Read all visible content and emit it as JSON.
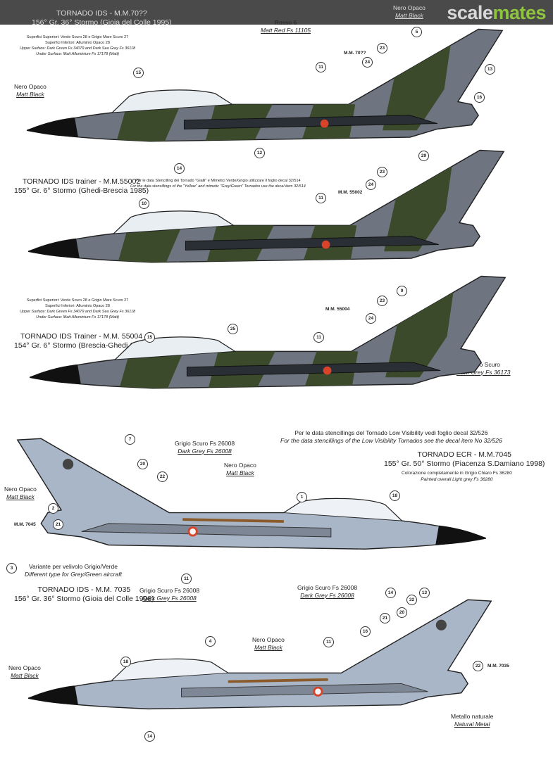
{
  "header": {
    "logo_part1": "scale",
    "logo_part2": "mates"
  },
  "colors": {
    "dark_green": "#3b4a2a",
    "dark_sea_grey": "#6e7580",
    "light_grey": "#a9b6c8",
    "black": "#111111",
    "red": "#d8432a"
  },
  "p1": {
    "title": "TORNADO IDS - M.M.70??",
    "unit": "156° Gr. 36° Stormo (Gioia del Colle 1995)",
    "notes": [
      "Superfici Superiori: Verde Scuro 28 e Grigio Mare Scuro 27",
      "Superfici Inferiori: Alluminio Opaco 28",
      "Upper Surface: Dark Green Fs 34079 and Dark Sea Grey Fs 36118",
      "Under Surface: Matt Alluminium Fs 17178 (Matt)"
    ],
    "red_it": "Rosso 6",
    "red_en": "Matt Red Fs 11105",
    "black_it": "Nero Opaco",
    "black_en": "Matt Black",
    "black2_it": "Nero Opaco",
    "black2_en": "Matt Black",
    "serial": "M.M. 70??",
    "callouts": [
      "5",
      "23",
      "24",
      "13",
      "16",
      "15",
      "11",
      "12",
      "14"
    ]
  },
  "p2": {
    "title": "TORNADO IDS trainer - M.M.55002",
    "unit": "155° Gr. 6° Stormo (Ghedi-Brescia 1985)",
    "note_it": "Per le data Stencilling dei Tornado \"Gialli\" e Mimetici Verde/Grigio utilizzare il foglio decal 32/514",
    "note_en": "For the data stencillings of the \"Yellow\" and mimetic \"Grey/Green\" Tornados use the decal item 32/514",
    "serial": "M.M. 55002",
    "callouts": [
      "29",
      "23",
      "24",
      "11",
      "10"
    ]
  },
  "p3": {
    "title": "TORNADO IDS Trainer - M.M. 55004",
    "unit": "154° Gr. 6° Stormo (Brescia-Ghedi 1996)",
    "notes": [
      "Superfici Superiori: Verde Scuro 28 e Grigio Mare Scuro 27",
      "Superfici Inferiori: Alluminio Opaco 28",
      "Upper Surface: Dark Green Fs 34079 and Dark Sea Grey Fs 36118",
      "Under Surface: Matt Alluminium Fs 17178 (Matt)"
    ],
    "grey_it": "Grigio Scuro",
    "grey_en": "Dark Grey Fs 36173",
    "serial": "M.M. 55004",
    "callouts": [
      "9",
      "23",
      "24",
      "25",
      "11",
      "15"
    ]
  },
  "p4": {
    "lowvis_it": "Per le data stencillings del Tornado Low Visibility vedi foglio decal 32/526",
    "lowvis_en": "For the data stencillings of the Low Visibility Tornados see the decal item No 32/526",
    "title": "TORNADO ECR - M.M.7045",
    "unit": "155° Gr. 50° Stormo (Piacenza S.Damiano 1998)",
    "paint_it": "Colorazione completamente in Grigio Chiaro Fs 36280",
    "paint_en": "Painted overall Light grey Fs 36280",
    "grey_it": "Grigio Scuro Fs 26008",
    "grey_en": "Dark Grey Fs 26008",
    "black_it": "Nero Opaco",
    "black_en": "Matt Black",
    "black2_it": "Nero Opaco",
    "black2_en": "Matt Black",
    "serial": "M.M. 7045",
    "variant_it": "Variante per velivolo Grigio/Verde",
    "variant_en": "Different type for Grey/Green aircraft",
    "callouts": [
      "7",
      "20",
      "22",
      "2",
      "21",
      "3",
      "1",
      "18",
      "11",
      "14"
    ]
  },
  "p5": {
    "title": "TORNADO IDS - M.M. 7035",
    "unit": "156° Gr. 36° Stormo (Gioia del Colle 1998)",
    "grey_it": "Grigio Scuro Fs 26008",
    "grey_en": "Dark Grey Fs 26008",
    "grey2_it": "Grigio Scuro Fs 26008",
    "grey2_en": "Dark Grey Fs 26008",
    "black_it": "Nero Opaco",
    "black_en": "Matt Black",
    "black2_it": "Nero Opaco",
    "black2_en": "Matt Black",
    "metal_it": "Metallo naturale",
    "metal_en": "Natural Metal",
    "serial": "M.M. 7035",
    "callouts": [
      "13",
      "32",
      "20",
      "21",
      "16",
      "4",
      "11",
      "18",
      "14",
      "22"
    ]
  }
}
